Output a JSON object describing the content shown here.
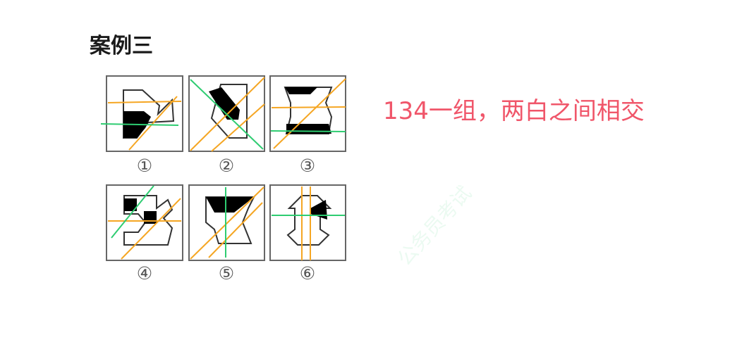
{
  "title": "案例三",
  "annotation": "134一组，两白之间相交",
  "figures": [
    {
      "index": 1,
      "label": "①"
    },
    {
      "index": 2,
      "label": "②"
    },
    {
      "index": 3,
      "label": "③"
    },
    {
      "index": 4,
      "label": "④"
    },
    {
      "index": 5,
      "label": "⑤"
    },
    {
      "index": 6,
      "label": "⑥"
    }
  ],
  "watermark": "公务员考试",
  "colors": {
    "annotation": "#f0566a",
    "orange_line": "#f5a623",
    "green_line": "#2ecc71",
    "frame": "#666666",
    "fill": "#000000"
  }
}
